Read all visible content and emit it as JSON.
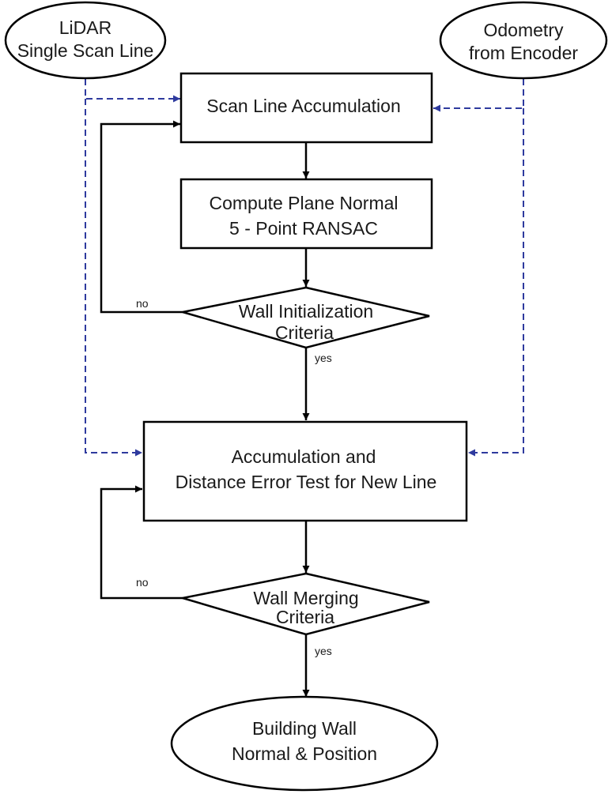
{
  "nodes": {
    "lidar": {
      "lines": [
        "LiDAR",
        "Single Scan Line"
      ]
    },
    "odometry": {
      "lines": [
        "Odometry",
        "from Encoder"
      ]
    },
    "scan_accumulation": {
      "lines": [
        "Scan Line Accumulation"
      ]
    },
    "plane_normal": {
      "lines": [
        "Compute Plane Normal",
        "5 - Point RANSAC"
      ]
    },
    "wall_init": {
      "lines": [
        "Wall Initialization",
        "Criteria"
      ]
    },
    "accumulation_test": {
      "lines": [
        "Accumulation and",
        "Distance Error Test for New Line"
      ]
    },
    "wall_merge": {
      "lines": [
        "Wall Merging",
        "Criteria"
      ]
    },
    "output": {
      "lines": [
        "Building Wall",
        "Normal & Position"
      ]
    }
  },
  "edge_labels": {
    "init_no": "no",
    "init_yes": "yes",
    "merge_no": "no",
    "merge_yes": "yes"
  },
  "colors": {
    "main_line": "#000000",
    "input_line": "#2e3a9e"
  }
}
